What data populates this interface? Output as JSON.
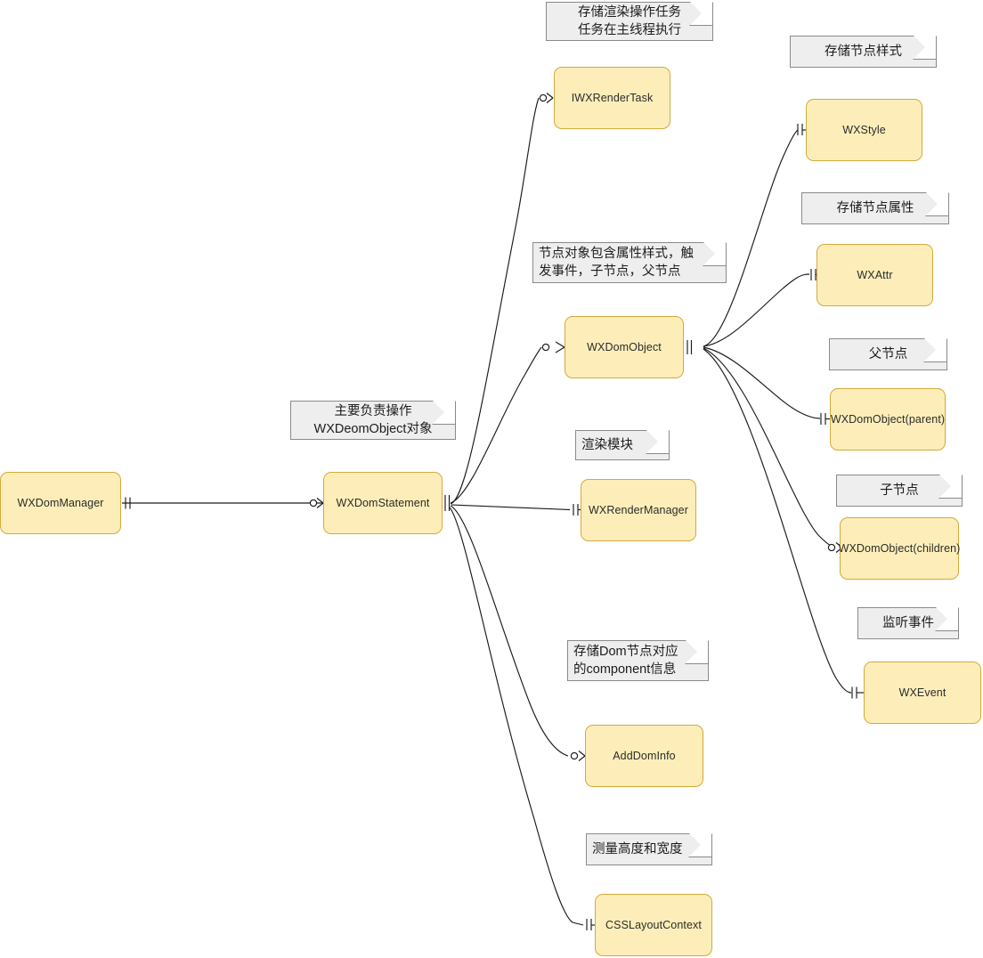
{
  "diagram": {
    "type": "er-diagram",
    "title": "WXDomManager / WXDomStatement ER diagram",
    "colors": {
      "entity_fill": "#fdeeb9",
      "entity_border": "#d4a93c",
      "note_fill": "#eeeeee",
      "note_border": "#8a8a8a",
      "line": "#1a1a1a",
      "background": "#ffffff"
    },
    "entities": [
      {
        "id": "wxdommanager",
        "label": "WXDomManager"
      },
      {
        "id": "wxdomstatement",
        "label": "WXDomStatement"
      },
      {
        "id": "iwxrendertask",
        "label": "IWXRenderTask"
      },
      {
        "id": "wxdomobject",
        "label": "WXDomObject"
      },
      {
        "id": "wxrendermanager",
        "label": "WXRenderManager"
      },
      {
        "id": "adddominfo",
        "label": "AddDomInfo"
      },
      {
        "id": "csslayoutcontext",
        "label": "CSSLayoutContext"
      },
      {
        "id": "wxstyle",
        "label": "WXStyle"
      },
      {
        "id": "wxattr",
        "label": "WXAttr"
      },
      {
        "id": "wxdomobject_parent",
        "label": "WXDomObject(parent)"
      },
      {
        "id": "wxdomobject_children",
        "label": "WXDomObject(children)"
      },
      {
        "id": "wxevent",
        "label": "WXEvent"
      }
    ],
    "notes": [
      {
        "id": "note-render-task",
        "text": "存储渲染操作任务\n任务在主线程执行",
        "attached_to": "iwxrendertask"
      },
      {
        "id": "note-dom-object",
        "text": "节点对象包含属性样式，触\n发事件，子节点，父节点",
        "attached_to": "wxdomobject"
      },
      {
        "id": "note-dom-statement",
        "text": "主要负责操作\nWXDeomObject对象",
        "attached_to": "wxdomstatement"
      },
      {
        "id": "note-render-module",
        "text": "渲染模块",
        "attached_to": "wxrendermanager"
      },
      {
        "id": "note-add-dom-info",
        "text": "存储Dom节点对应\n的component信息",
        "attached_to": "adddominfo"
      },
      {
        "id": "note-css-layout",
        "text": "测量高度和宽度",
        "attached_to": "csslayoutcontext"
      },
      {
        "id": "note-style",
        "text": "存储节点样式",
        "attached_to": "wxstyle"
      },
      {
        "id": "note-attr",
        "text": "存储节点属性",
        "attached_to": "wxattr"
      },
      {
        "id": "note-parent",
        "text": "父节点",
        "attached_to": "wxdomobject_parent"
      },
      {
        "id": "note-children",
        "text": "子节点",
        "attached_to": "wxdomobject_children"
      },
      {
        "id": "note-event",
        "text": "监听事件",
        "attached_to": "wxevent"
      }
    ],
    "relationships": [
      {
        "from": "wxdommanager",
        "to": "wxdomstatement",
        "from_cardinality": "one-and-only-one",
        "to_cardinality": "zero-or-many"
      },
      {
        "from": "wxdomstatement",
        "to": "iwxrendertask",
        "from_cardinality": "one-and-only-one",
        "to_cardinality": "zero-or-many"
      },
      {
        "from": "wxdomstatement",
        "to": "wxdomobject",
        "from_cardinality": "one-and-only-one",
        "to_cardinality": "zero-or-many"
      },
      {
        "from": "wxdomstatement",
        "to": "wxrendermanager",
        "from_cardinality": "one-and-only-one",
        "to_cardinality": "one-and-only-one"
      },
      {
        "from": "wxdomstatement",
        "to": "adddominfo",
        "from_cardinality": "one-and-only-one",
        "to_cardinality": "zero-or-many"
      },
      {
        "from": "wxdomstatement",
        "to": "csslayoutcontext",
        "from_cardinality": "one-and-only-one",
        "to_cardinality": "one-and-only-one"
      },
      {
        "from": "wxdomobject",
        "to": "wxstyle",
        "from_cardinality": "one-and-only-one",
        "to_cardinality": "one-and-only-one"
      },
      {
        "from": "wxdomobject",
        "to": "wxattr",
        "from_cardinality": "one-and-only-one",
        "to_cardinality": "one-and-only-one"
      },
      {
        "from": "wxdomobject",
        "to": "wxdomobject_parent",
        "from_cardinality": "one-and-only-one",
        "to_cardinality": "one-and-only-one"
      },
      {
        "from": "wxdomobject",
        "to": "wxdomobject_children",
        "from_cardinality": "one-and-only-one",
        "to_cardinality": "zero-or-many"
      },
      {
        "from": "wxdomobject",
        "to": "wxevent",
        "from_cardinality": "one-and-only-one",
        "to_cardinality": "one-and-only-one"
      }
    ]
  }
}
